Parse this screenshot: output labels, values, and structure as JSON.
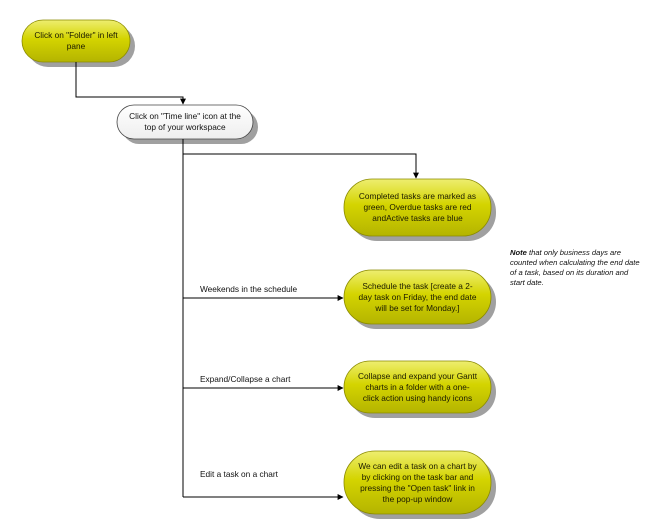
{
  "nodes": {
    "step1": "Click on \"Folder\" in left pane",
    "step2": "Click on \"Time line\" icon at the top of your workspace",
    "completed": "Completed tasks are marked as green, Overdue tasks are red andActive tasks are blue",
    "schedule": "Schedule the task [create a 2-day task on Friday, the end date will be set for Monday.]",
    "collapse": "Collapse and expand your Gantt charts in a folder with a one-click action using handy icons",
    "edit": "We can edit a task on a chart by by clicking on the task bar and pressing the \"Open task\" link in the pop-up window"
  },
  "edge_labels": {
    "weekends": "Weekends in the schedule",
    "expand": "Expand/Collapse a chart",
    "edit": "Edit a task on a chart"
  },
  "note": {
    "bold": "Note",
    "text": " that only business days are counted when calculating the end date of a task, based on its duration and start date."
  },
  "colors": {
    "node_fill": "#c8c800",
    "node_fill_light": "#e4e45a",
    "node_stroke": "#8a8a00",
    "shadow": "#9a9a9a",
    "white_node_fill": "#ffffff",
    "line": "#000000"
  }
}
